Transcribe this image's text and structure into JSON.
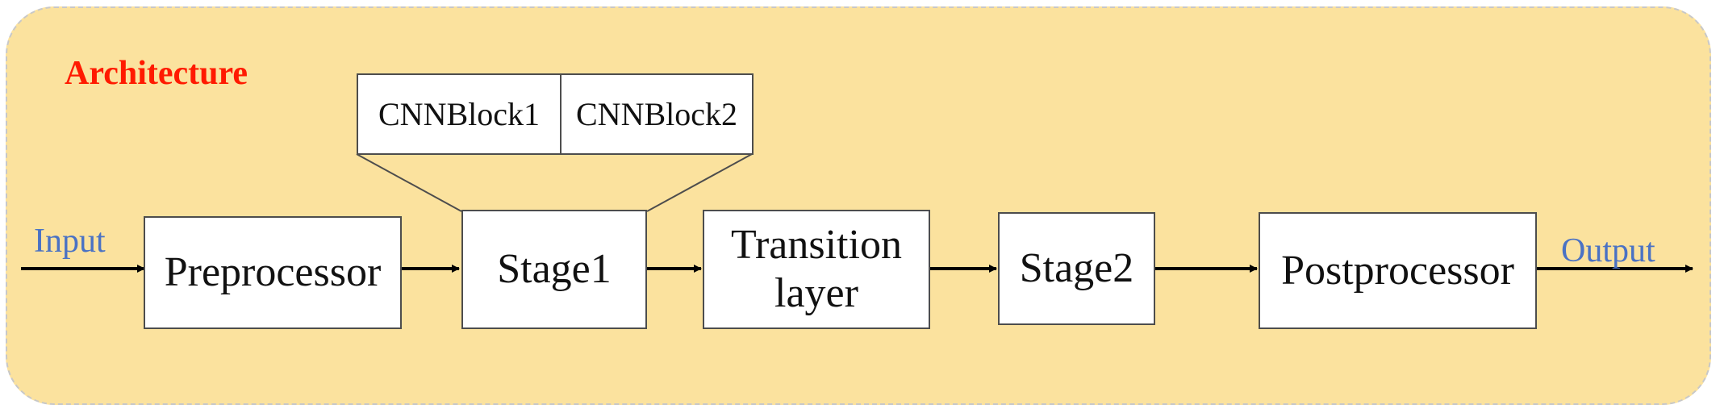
{
  "title": "Architecture",
  "colors": {
    "panel_fill": "#fbe29e",
    "title": "#ff1a00",
    "io_label": "#4a72c4",
    "box_border": "#4d4d4d",
    "arrow": "#000000"
  },
  "io": {
    "input": "Input",
    "output": "Output"
  },
  "blocks": {
    "preprocessor": "Preprocessor",
    "stage1": "Stage1",
    "transition": "Transition\nlayer",
    "stage2": "Stage2",
    "postprocessor": "Postprocessor"
  },
  "stage1_detail": {
    "cnn_block_1": "CNNBlock1",
    "cnn_block_2": "CNNBlock2"
  }
}
